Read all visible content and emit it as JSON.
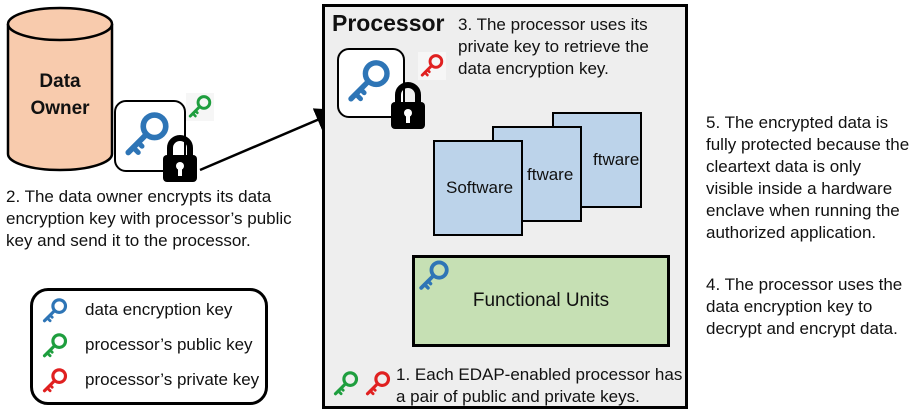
{
  "data_owner": {
    "label": "Data Owner"
  },
  "processor": {
    "title": "Processor"
  },
  "steps": {
    "step1": "1. Each EDAP-enabled processor has a pair of public and private keys.",
    "step2": "2. The data owner encrypts its data encryption key with processor’s public key and send it to the processor.",
    "step3": "3. The processor uses its private key to retrieve the data encryption key.",
    "step4": "4. The processor uses the data encryption key to decrypt and encrypt data.",
    "step5": "5. The encrypted data is fully protected because the cleartext data is only visible inside a hardware enclave when running the authorized application."
  },
  "software": {
    "label": "Software",
    "label_partial": "ftware"
  },
  "functional_units": {
    "label": "Functional Units"
  },
  "legend": {
    "items": [
      {
        "label": "data encryption key",
        "color": "#2e75b6"
      },
      {
        "label": "processor’s public key",
        "color": "#1e9e3e"
      },
      {
        "label": "processor’s private key",
        "color": "#e02020"
      }
    ]
  },
  "colors": {
    "cylinder": "#f8cbad",
    "software": "#bcd3ea",
    "functional_units": "#c6e0b4",
    "processor_bg": "#eeeeee",
    "blue_key": "#2e75b6",
    "green_key": "#1e9e3e",
    "red_key": "#e02020"
  },
  "icons": [
    "key-icon",
    "lock-icon",
    "database-cylinder",
    "document-icon"
  ]
}
